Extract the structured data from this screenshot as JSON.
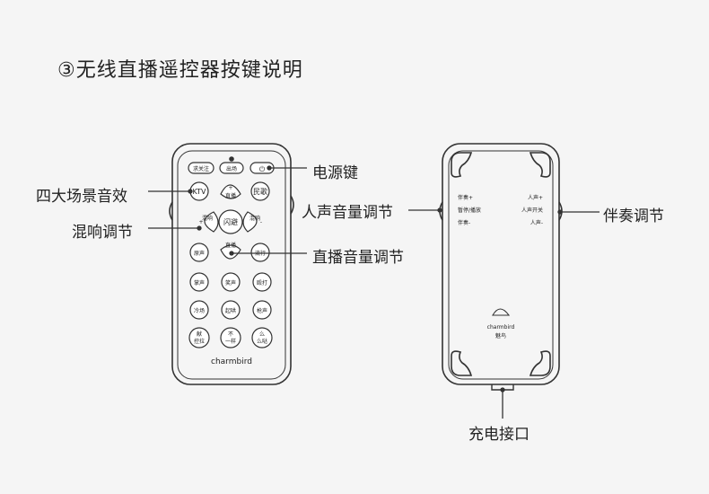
{
  "title": "③无线直播遥控器按键说明",
  "remote": {
    "top_buttons": [
      "求关注",
      "出场"
    ],
    "power_symbol": "⏻",
    "row2": {
      "left": "KTV",
      "center": "直播",
      "center_sign": "+",
      "right": "民歌"
    },
    "row3": {
      "left": "混响",
      "left_sign": "+",
      "center": "闪避",
      "right": "混响",
      "right_sign": "-"
    },
    "row4": {
      "left": "原声",
      "center": "直播",
      "center_sign": "-",
      "right": "流行"
    },
    "grid": [
      [
        "掌声",
        "笑声",
        "殴打"
      ],
      [
        "冷场",
        "起哄",
        "枪声"
      ],
      [
        "献\n控拉",
        "不\n一样",
        "么\n么哒"
      ]
    ],
    "brand": "charmbird"
  },
  "back": {
    "left_list": [
      "伴奏+",
      "暂停/播放",
      "伴奏-"
    ],
    "right_list": [
      "人声+",
      "人声开关",
      "人声-"
    ],
    "logo_text": "charmbird",
    "logo_sub": "魅鸟"
  },
  "callouts": {
    "power": "电源键",
    "four_scenes": "四大场景音效",
    "reverb": "混响调节",
    "live_volume": "直播音量调节",
    "vocal_volume": "人声音量调节",
    "accompaniment": "伴奏调节",
    "charging_port": "充电接口"
  }
}
